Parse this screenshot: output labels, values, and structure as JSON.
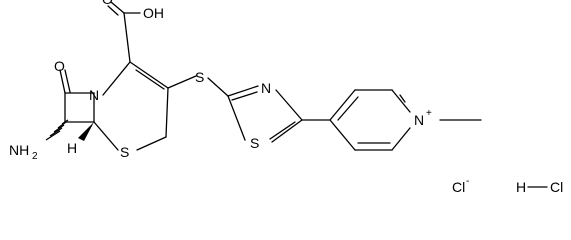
{
  "atoms": {
    "carboxyl_oh": "OH",
    "carboxyl_o": "O",
    "ketone_o": "O",
    "ring_n": "N",
    "amine": "NH",
    "amine_sub": "2",
    "stereo_h": "H",
    "ring_s": "S",
    "thioether_s": "S",
    "thiazole_n": "N",
    "thiazole_s": "S",
    "pyridinium_n": "N",
    "pyridinium_charge": "+",
    "chloride": "Cl",
    "chloride_charge": "-",
    "hcl_h": "H",
    "hcl_cl": "Cl"
  }
}
